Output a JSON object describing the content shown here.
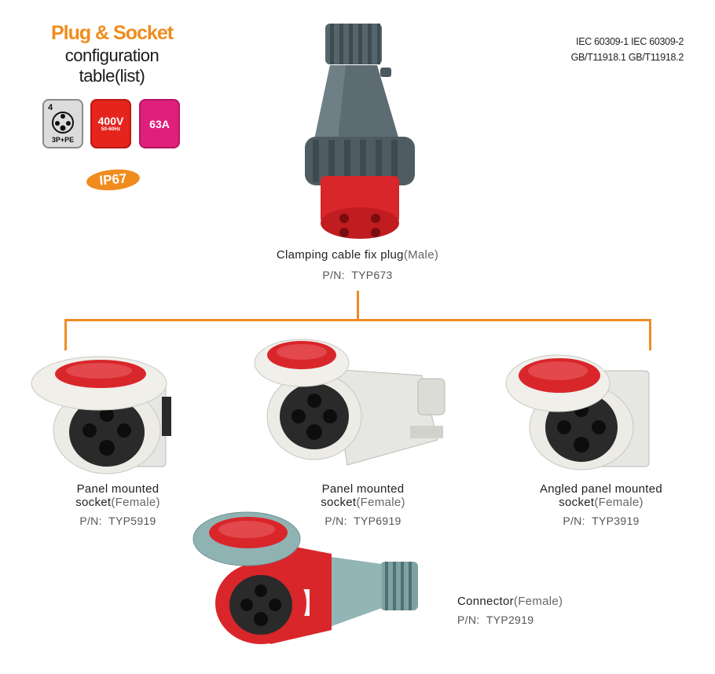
{
  "header": {
    "title_main": "Plug & Socket",
    "title_line2": "configuration",
    "title_line3": "table(list)",
    "badges": {
      "pin_count": "4",
      "pin_config": "3P+PE",
      "voltage": "400V",
      "frequency": "50-60Hz",
      "current": "63A"
    },
    "ip_rating": "IP67",
    "standards_line1": "IEC 60309-1  IEC 60309-2",
    "standards_line2": "GB/T11918.1  GB/T11918.2"
  },
  "colors": {
    "accent_orange": "#f08c1d",
    "badge_red": "#e4241d",
    "badge_pink": "#e01f7c",
    "body_grey": "#5b6970",
    "connector_teal": "#8fb3b3"
  },
  "products": {
    "plug": {
      "name": "Clamping cable fix plug",
      "type": "(Male)",
      "pn_label": "P/N:",
      "pn": "TYP673"
    },
    "socket1": {
      "name_line1": "Panel mounted",
      "name_line2": "socket",
      "type": "(Female)",
      "pn_label": "P/N:",
      "pn": "TYP5919"
    },
    "socket2": {
      "name_line1": "Panel mounted",
      "name_line2": "socket",
      "type": "(Female)",
      "pn_label": "P/N:",
      "pn": "TYP6919"
    },
    "socket3": {
      "name_line1": "Angled panel mounted",
      "name_line2": "socket",
      "type": "(Female)",
      "pn_label": "P/N:",
      "pn": "TYP3919"
    },
    "connector": {
      "name": "Connector",
      "type": "(Female)",
      "pn_label": "P/N:",
      "pn": "TYP2919"
    }
  },
  "icons": [
    "plug-image",
    "panel-socket-image",
    "surface-socket-image",
    "angled-socket-image",
    "connector-image"
  ]
}
